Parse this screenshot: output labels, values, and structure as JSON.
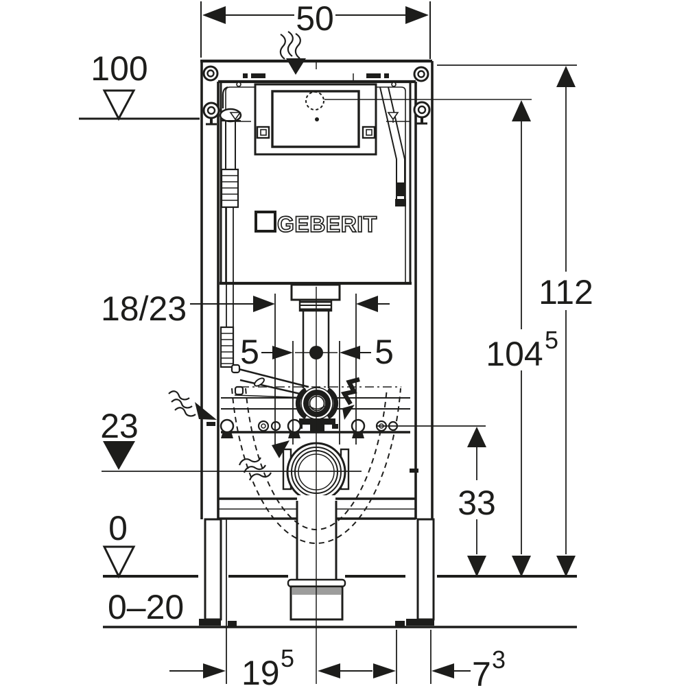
{
  "brand": {
    "logo_text": "GEBERIT"
  },
  "dimensions": {
    "top_width": "50",
    "level_upper": "100",
    "height_total": "112",
    "height_actuation": "104",
    "height_actuation_sup": "5",
    "inlet_depth": "18/23",
    "inlet_offset_left": "5",
    "inlet_offset_right": "5",
    "outlet_level": "23",
    "outlet_height": "33",
    "floor_level": "0",
    "floor_buildup_range": "0–20",
    "outlet_front_offset": "19",
    "outlet_front_offset_sup": "5",
    "rear_gap": "7",
    "rear_gap_sup": "3"
  },
  "colors": {
    "line": "#1d1d1b",
    "background": "#ffffff",
    "seal_grey": "#9d9d9c"
  }
}
